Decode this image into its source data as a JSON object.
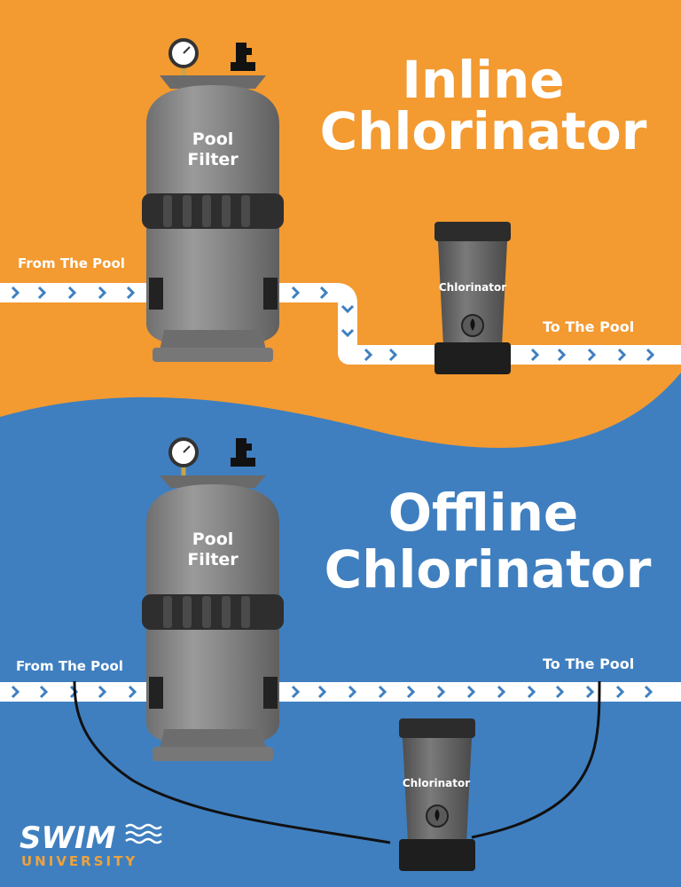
{
  "colors": {
    "orange": "#f39a31",
    "blue": "#3f7fbf",
    "pipe": "#ffffff",
    "arrow": "#3f7fbf",
    "filter_body": "#8c8c8c",
    "filter_dark": "#3a3a3a",
    "chlorinator_body": "#6a6a6a",
    "logo_white": "#ffffff",
    "logo_gold": "#f0a23a"
  },
  "inline": {
    "title_line1": "Inline",
    "title_line2": "Chlorinator",
    "filter_label_line1": "Pool",
    "filter_label_line2": "Filter",
    "from_label": "From The Pool",
    "to_label": "To The Pool",
    "chlorinator_label": "Chlorinator"
  },
  "offline": {
    "title_line1": "Offline",
    "title_line2": "Chlorinator",
    "filter_label_line1": "Pool",
    "filter_label_line2": "Filter",
    "from_label": "From The Pool",
    "to_label": "To The Pool",
    "chlorinator_label": "Chlorinator"
  },
  "logo": {
    "word1": "SWIM",
    "word2": "UNIVERSITY",
    "icon": "wave-icon"
  }
}
